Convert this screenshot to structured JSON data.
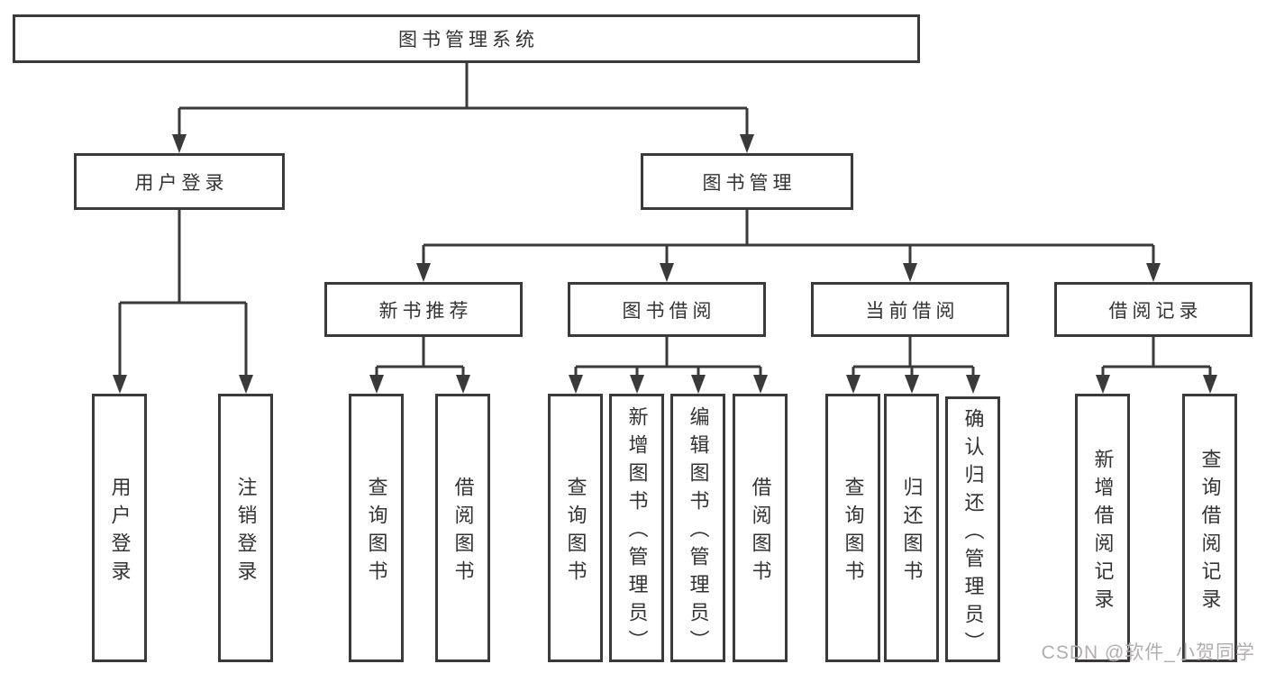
{
  "colors": {
    "line": "#3a3a3a",
    "text": "#333333",
    "bg": "#ffffff",
    "watermark": "#b2aeae"
  },
  "watermark": "CSDN @软件_小贺同学",
  "tree": {
    "label": "图书管理系统",
    "children": [
      {
        "label": "用户登录",
        "children": [
          {
            "label": "用户登录"
          },
          {
            "label": "注销登录"
          }
        ]
      },
      {
        "label": "图书管理",
        "children": [
          {
            "label": "新书推荐",
            "children": [
              {
                "label": "查询图书"
              },
              {
                "label": "借阅图书"
              }
            ]
          },
          {
            "label": "图书借阅",
            "children": [
              {
                "label": "查询图书"
              },
              {
                "label": "新增图书（管理员）"
              },
              {
                "label": "编辑图书（管理员）"
              },
              {
                "label": "借阅图书"
              }
            ]
          },
          {
            "label": "当前借阅",
            "children": [
              {
                "label": "查询图书"
              },
              {
                "label": "归还图书"
              },
              {
                "label": "确认归还（管理员）"
              }
            ]
          },
          {
            "label": "借阅记录",
            "children": [
              {
                "label": "新增借阅记录"
              },
              {
                "label": "查询借阅记录"
              }
            ]
          }
        ]
      }
    ]
  }
}
